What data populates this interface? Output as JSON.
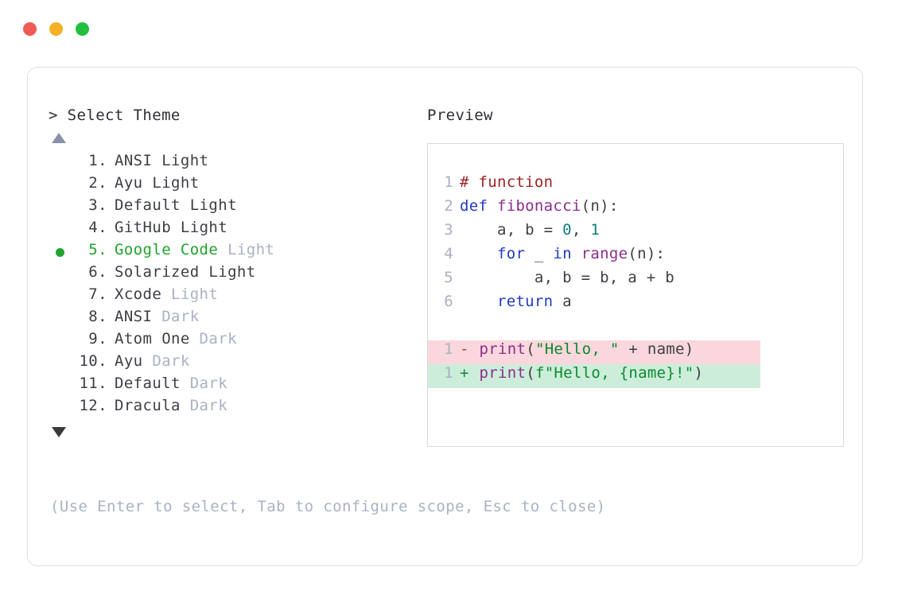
{
  "window": {
    "dots": [
      {
        "name": "close",
        "color": "#f05a54"
      },
      {
        "name": "minimize",
        "color": "#f5b125"
      },
      {
        "name": "maximize",
        "color": "#22bf3e"
      }
    ]
  },
  "selector": {
    "prompt": "> Select Theme",
    "scroll_up_indicator": "▲",
    "scroll_down_indicator": "▼",
    "selected_index": 5,
    "items": [
      {
        "number": " 1.",
        "name": "ANSI",
        "suffix": "Light",
        "suffix_muted": false,
        "selected": false
      },
      {
        "number": " 2.",
        "name": "Ayu",
        "suffix": "Light",
        "suffix_muted": false,
        "selected": false
      },
      {
        "number": " 3.",
        "name": "Default",
        "suffix": "Light",
        "suffix_muted": false,
        "selected": false
      },
      {
        "number": " 4.",
        "name": "GitHub",
        "suffix": "Light",
        "suffix_muted": false,
        "selected": false
      },
      {
        "number": " 5.",
        "name": "Google Code",
        "suffix": "Light",
        "suffix_muted": true,
        "selected": true
      },
      {
        "number": " 6.",
        "name": "Solarized",
        "suffix": "Light",
        "suffix_muted": false,
        "selected": false
      },
      {
        "number": " 7.",
        "name": "Xcode",
        "suffix": "Light",
        "suffix_muted": true,
        "selected": false
      },
      {
        "number": " 8.",
        "name": "ANSI",
        "suffix": "Dark",
        "suffix_muted": true,
        "selected": false
      },
      {
        "number": " 9.",
        "name": "Atom One",
        "suffix": "Dark",
        "suffix_muted": true,
        "selected": false
      },
      {
        "number": "10.",
        "name": "Ayu",
        "suffix": "Dark",
        "suffix_muted": true,
        "selected": false
      },
      {
        "number": "11.",
        "name": "Default",
        "suffix": "Dark",
        "suffix_muted": true,
        "selected": false
      },
      {
        "number": "12.",
        "name": "Dracula",
        "suffix": "Dark",
        "suffix_muted": true,
        "selected": false
      }
    ]
  },
  "preview": {
    "label": "Preview",
    "code_lines": [
      {
        "ln": "1",
        "tokens": [
          {
            "t": "# function",
            "c": "t-com"
          }
        ]
      },
      {
        "ln": "2",
        "tokens": [
          {
            "t": "def ",
            "c": "t-kw"
          },
          {
            "t": "fibonacci",
            "c": "t-fn"
          },
          {
            "t": "(n):",
            "c": "t-pl"
          }
        ]
      },
      {
        "ln": "3",
        "tokens": [
          {
            "t": "    a, b = ",
            "c": "t-pl"
          },
          {
            "t": "0",
            "c": "t-num"
          },
          {
            "t": ", ",
            "c": "t-pl"
          },
          {
            "t": "1",
            "c": "t-num"
          }
        ]
      },
      {
        "ln": "4",
        "tokens": [
          {
            "t": "    ",
            "c": "t-pl"
          },
          {
            "t": "for",
            "c": "t-kw"
          },
          {
            "t": " _ ",
            "c": "t-pl"
          },
          {
            "t": "in",
            "c": "t-kw"
          },
          {
            "t": " ",
            "c": "t-pl"
          },
          {
            "t": "range",
            "c": "t-fn"
          },
          {
            "t": "(n):",
            "c": "t-pl"
          }
        ]
      },
      {
        "ln": "5",
        "tokens": [
          {
            "t": "        a, b = b, a + b",
            "c": "t-pl"
          }
        ]
      },
      {
        "ln": "6",
        "tokens": [
          {
            "t": "    ",
            "c": "t-pl"
          },
          {
            "t": "return",
            "c": "t-kw"
          },
          {
            "t": " a",
            "c": "t-pl"
          }
        ]
      }
    ],
    "diff_lines": [
      {
        "ln": "1",
        "sign": "-",
        "kind": "del",
        "tokens": [
          {
            "t": "print",
            "c": "t-fn"
          },
          {
            "t": "(",
            "c": "t-pl"
          },
          {
            "t": "\"Hello, \"",
            "c": "t-str"
          },
          {
            "t": " + name)",
            "c": "t-pl"
          }
        ]
      },
      {
        "ln": "1",
        "sign": "+",
        "kind": "add",
        "tokens": [
          {
            "t": "print",
            "c": "t-fn"
          },
          {
            "t": "(",
            "c": "t-pl"
          },
          {
            "t": "f\"Hello, {name}!\"",
            "c": "t-str"
          },
          {
            "t": ")",
            "c": "t-pl"
          }
        ]
      }
    ]
  },
  "footer": {
    "hint": "(Use Enter to select, Tab to configure scope, Esc to close)"
  },
  "colors": {
    "accent_green": "#1fa32b",
    "muted": "#aab2c4",
    "text": "#3c3f46",
    "border": "#dee0e6",
    "panel_border": "#d5dae5",
    "diff_del_bg": "#f9d7dc",
    "diff_add_bg": "#cdeddb"
  }
}
